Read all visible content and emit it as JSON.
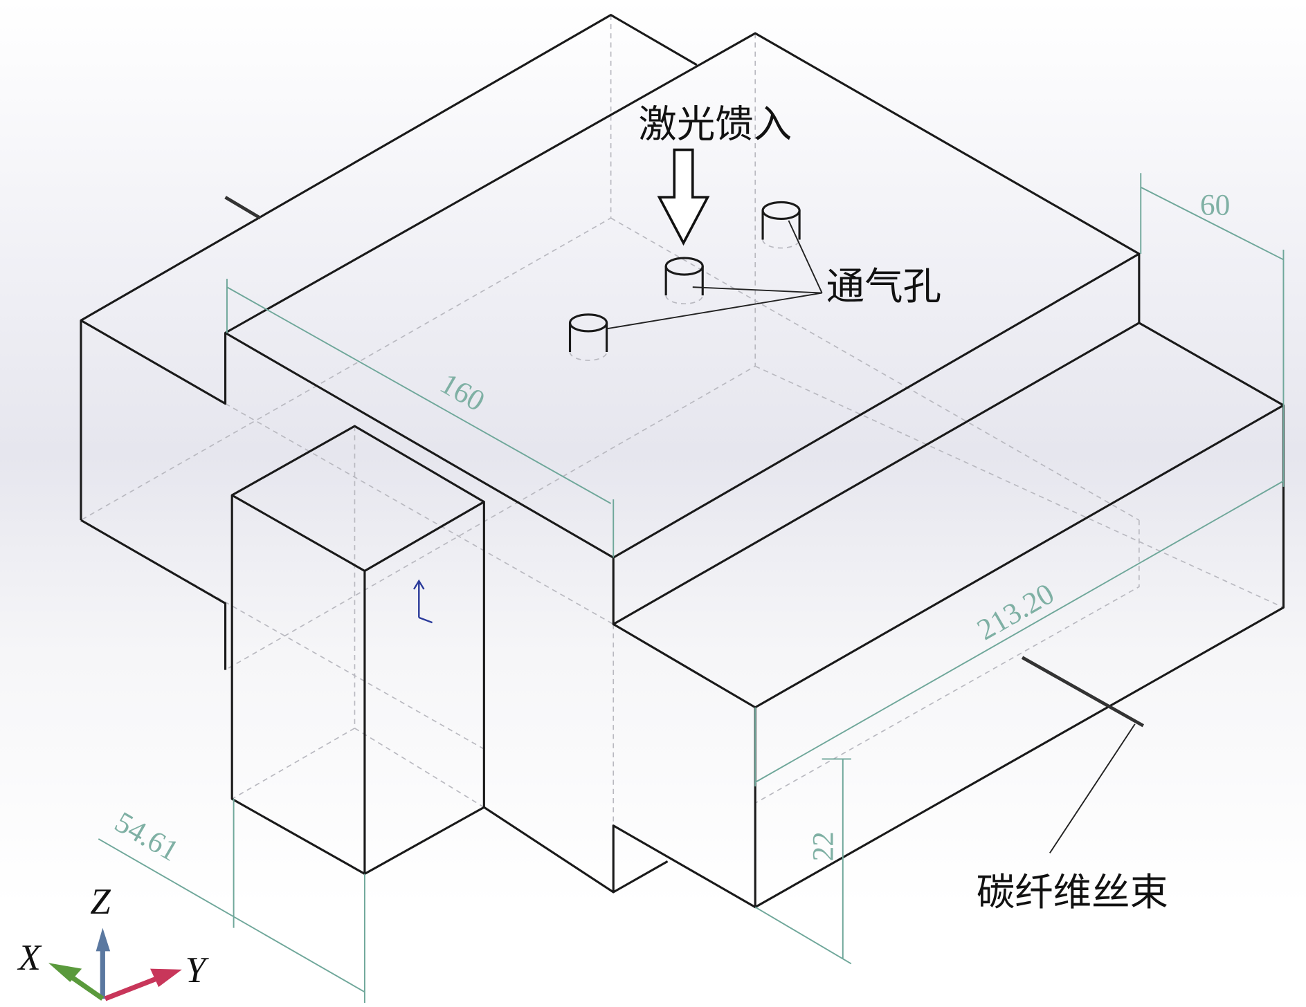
{
  "labels": {
    "laser_feed": "激光馈入",
    "vent_holes": "通气孔",
    "carbon_fiber_bundle": "碳纤维丝束"
  },
  "dimensions": {
    "d160": "160",
    "d60": "60",
    "d213": "213.20",
    "d22": "22",
    "d54": "54.61"
  },
  "axes": {
    "x": "X",
    "y": "Y",
    "z": "Z"
  },
  "colors": {
    "x_axis": "#5a9a3c",
    "y_axis": "#c8365a",
    "z_axis": "#5a78a0",
    "dimension": "#6fa79a"
  }
}
